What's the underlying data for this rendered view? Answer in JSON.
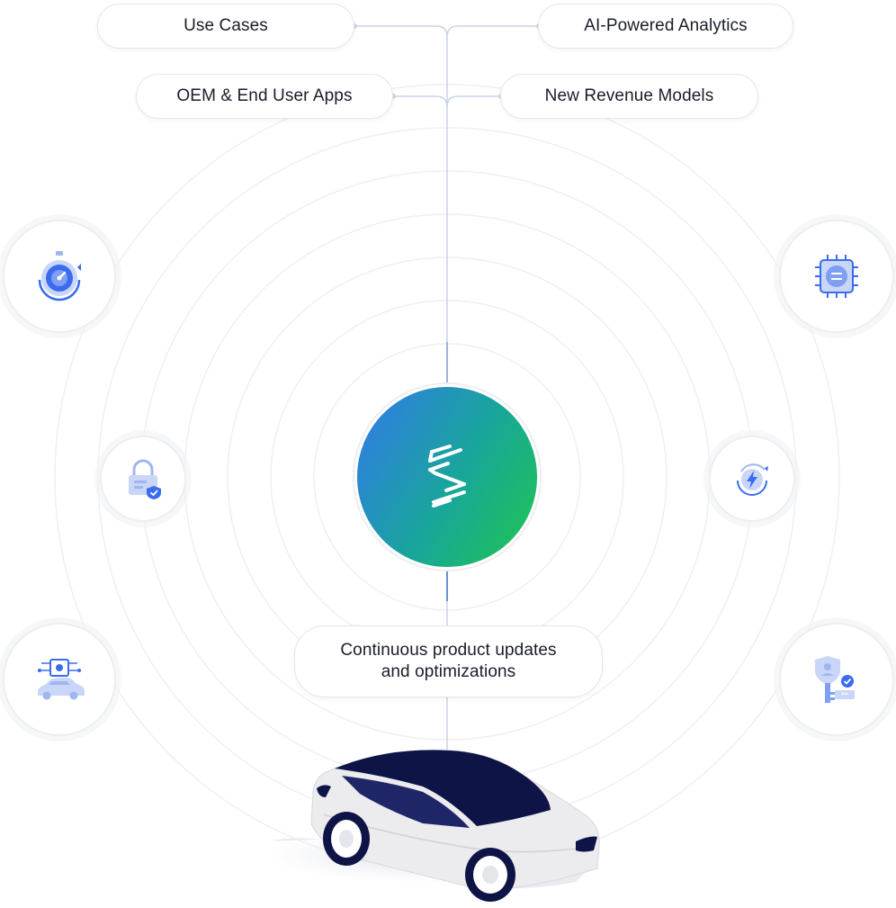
{
  "labels": {
    "use_cases": "Use Cases",
    "ai_analytics": "AI-Powered Analytics",
    "oem_apps": "OEM & End User Apps",
    "revenue_models": "New Revenue Models",
    "updates_line1": "Continuous product updates",
    "updates_line2": "and optimizations"
  },
  "icons": {
    "left": [
      "stopwatch-icon",
      "lock-shield-icon",
      "connected-car-icon"
    ],
    "right": [
      "chip-icon",
      "power-refresh-icon",
      "key-shield-icon"
    ],
    "center": "brand-logo-icon"
  },
  "colors": {
    "hub_gradient_start": "#2f7fe0",
    "hub_gradient_end": "#1ec15a",
    "car_roof": "#0f1447",
    "car_body": "#ececee",
    "icon_blue": "#3b6cf0",
    "icon_light_blue": "#9fb6ef"
  }
}
